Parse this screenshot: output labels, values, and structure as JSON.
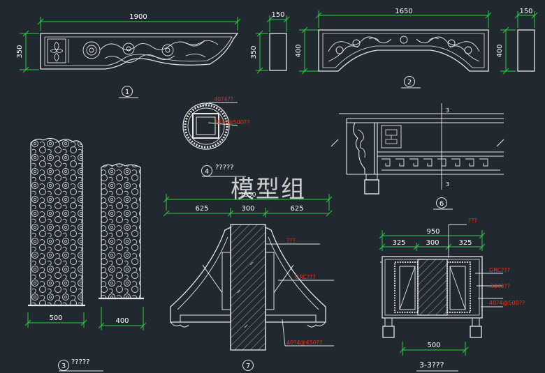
{
  "watermark": "模型组",
  "dims": {
    "d1900": "1900",
    "d150a": "150",
    "d350a": "350",
    "d350b": "350",
    "d1650": "1650",
    "d150b": "150",
    "d400a": "400",
    "d400b": "400",
    "d500a": "500",
    "d400c": "400",
    "d625a": "625",
    "d300a": "300",
    "d625b": "625",
    "d1550": "1550",
    "d950": "950",
    "d325a": "325",
    "d300b": "300",
    "d325b": "325",
    "d500b": "500",
    "sec3top": "3",
    "sec3bot": "3"
  },
  "labels": {
    "n1": "1",
    "n2": "2",
    "n3": "3",
    "t3": "?????",
    "n4": "4",
    "t4": "?????",
    "n6": "6",
    "n7": "7",
    "sec": "3-3???",
    "c4a": "40?4??",
    "c4b": "30?4@500??",
    "c7a": "???",
    "c7b": "GRC???",
    "c7c": "40?4@450??",
    "cs_a": "???",
    "cs_b": "GRC???",
    "cs_c": "30?3??",
    "cs_d": "40?4@500??"
  },
  "colors": {
    "bg": "#212830",
    "line": "#e8e8e8",
    "dim": "#2ecc40",
    "text": "#ffffff",
    "note": "#e8361c",
    "ext": "#d4d000"
  }
}
